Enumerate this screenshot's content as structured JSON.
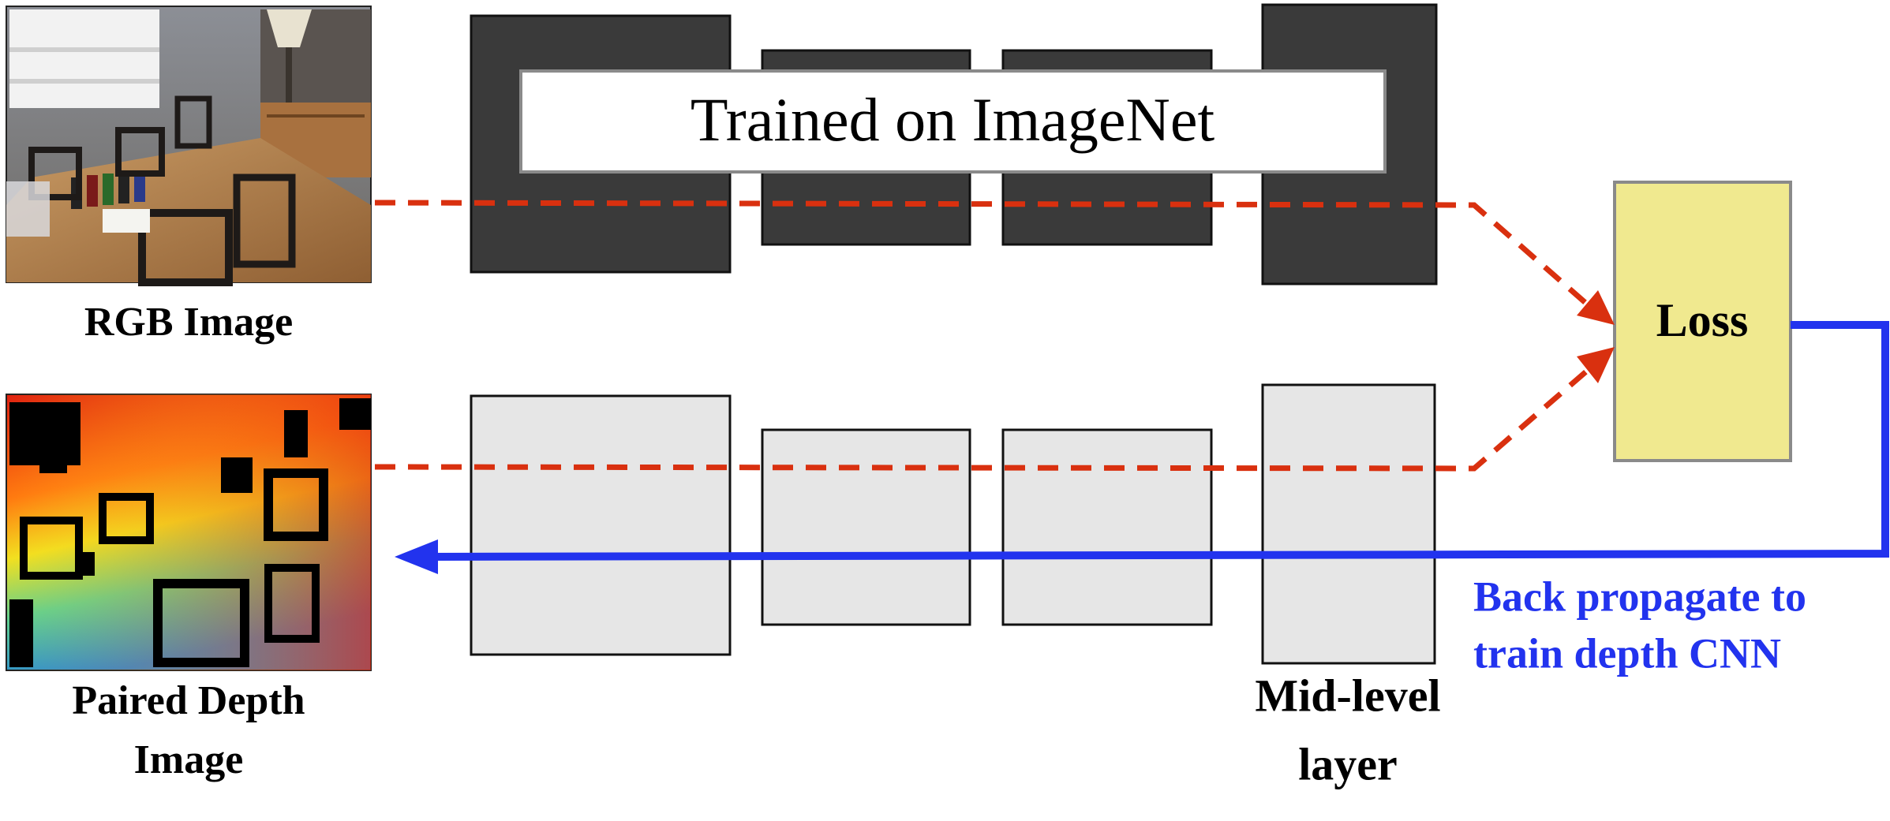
{
  "labels": {
    "rgb_image": "RGB Image",
    "paired_depth_line1": "Paired Depth",
    "paired_depth_line2": "Image",
    "trained_on": "Trained on ImageNet",
    "loss": "Loss",
    "mid_level_line1": "Mid-level",
    "mid_level_line2": "layer",
    "backprop_line1": "Back propagate to",
    "backprop_line2": "train depth CNN"
  },
  "colors": {
    "dark_block": "#3a3a3a",
    "light_block": "#e6e6e6",
    "loss_fill": "#f0e98f",
    "dashed_arrow": "#d9300f",
    "backprop_arrow": "#2233ee",
    "banner_border": "#888888"
  },
  "icons": {
    "rgb_photo": "dining-room-photo",
    "depth_map": "depth-heatmap"
  }
}
